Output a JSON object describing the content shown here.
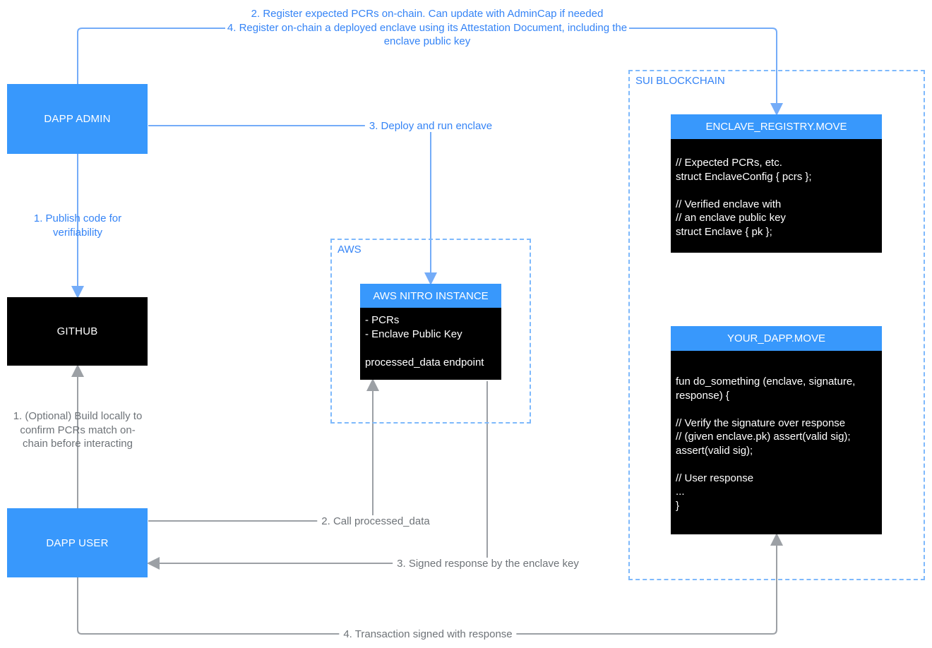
{
  "colors": {
    "box_blue": "#3898FC",
    "box_black": "#000000",
    "line_blue": "#74ACF8",
    "line_gray": "#9CA0A5",
    "text_blue": "#3584F6",
    "text_gray": "#6E7378",
    "dashed_border_blue": "#7EB9FC"
  },
  "top_note": {
    "line1": "2. Register expected PCRs on-chain. Can update with AdminCap if needed",
    "line2": "4. Register on-chain a deployed enclave using its Attestation Document, including the",
    "line3": "enclave public key"
  },
  "nodes": {
    "dapp_admin": "DAPP ADMIN",
    "github": "GITHUB",
    "dapp_user": "DAPP USER"
  },
  "aws_group": {
    "label": "AWS",
    "nitro": {
      "title": "AWS NITRO INSTANCE",
      "lines": [
        "- PCRs",
        "- Enclave Public Key",
        "",
        "processed_data endpoint"
      ]
    }
  },
  "sui_group": {
    "label": "SUI BLOCKCHAIN",
    "enclave_registry": {
      "title": "ENCLAVE_REGISTRY.MOVE",
      "lines": [
        "// Expected PCRs, etc.",
        "struct EnclaveConfig { pcrs };",
        "",
        "// Verified enclave with",
        "// an enclave public key",
        "struct Enclave { pk };"
      ]
    },
    "your_dapp": {
      "title": "YOUR_DAPP.MOVE",
      "lines": [
        "fun do_something (enclave, signature,",
        "response) {",
        "",
        "// Verify the signature over response",
        "// (given enclave.pk) assert(valid sig);",
        "assert(valid sig);",
        "",
        "// User response",
        "...",
        "}"
      ]
    }
  },
  "edge_labels": {
    "publish": "1. Publish code for verifiability",
    "deploy": "3. Deploy and run enclave",
    "build_local": "1. (Optional) Build locally to confirm PCRs match on-chain before interacting",
    "call_endpoint": "2. Call processed_data",
    "signed_response": "3. Signed response by the enclave key",
    "tx_signed": "4. Transaction signed with response"
  }
}
